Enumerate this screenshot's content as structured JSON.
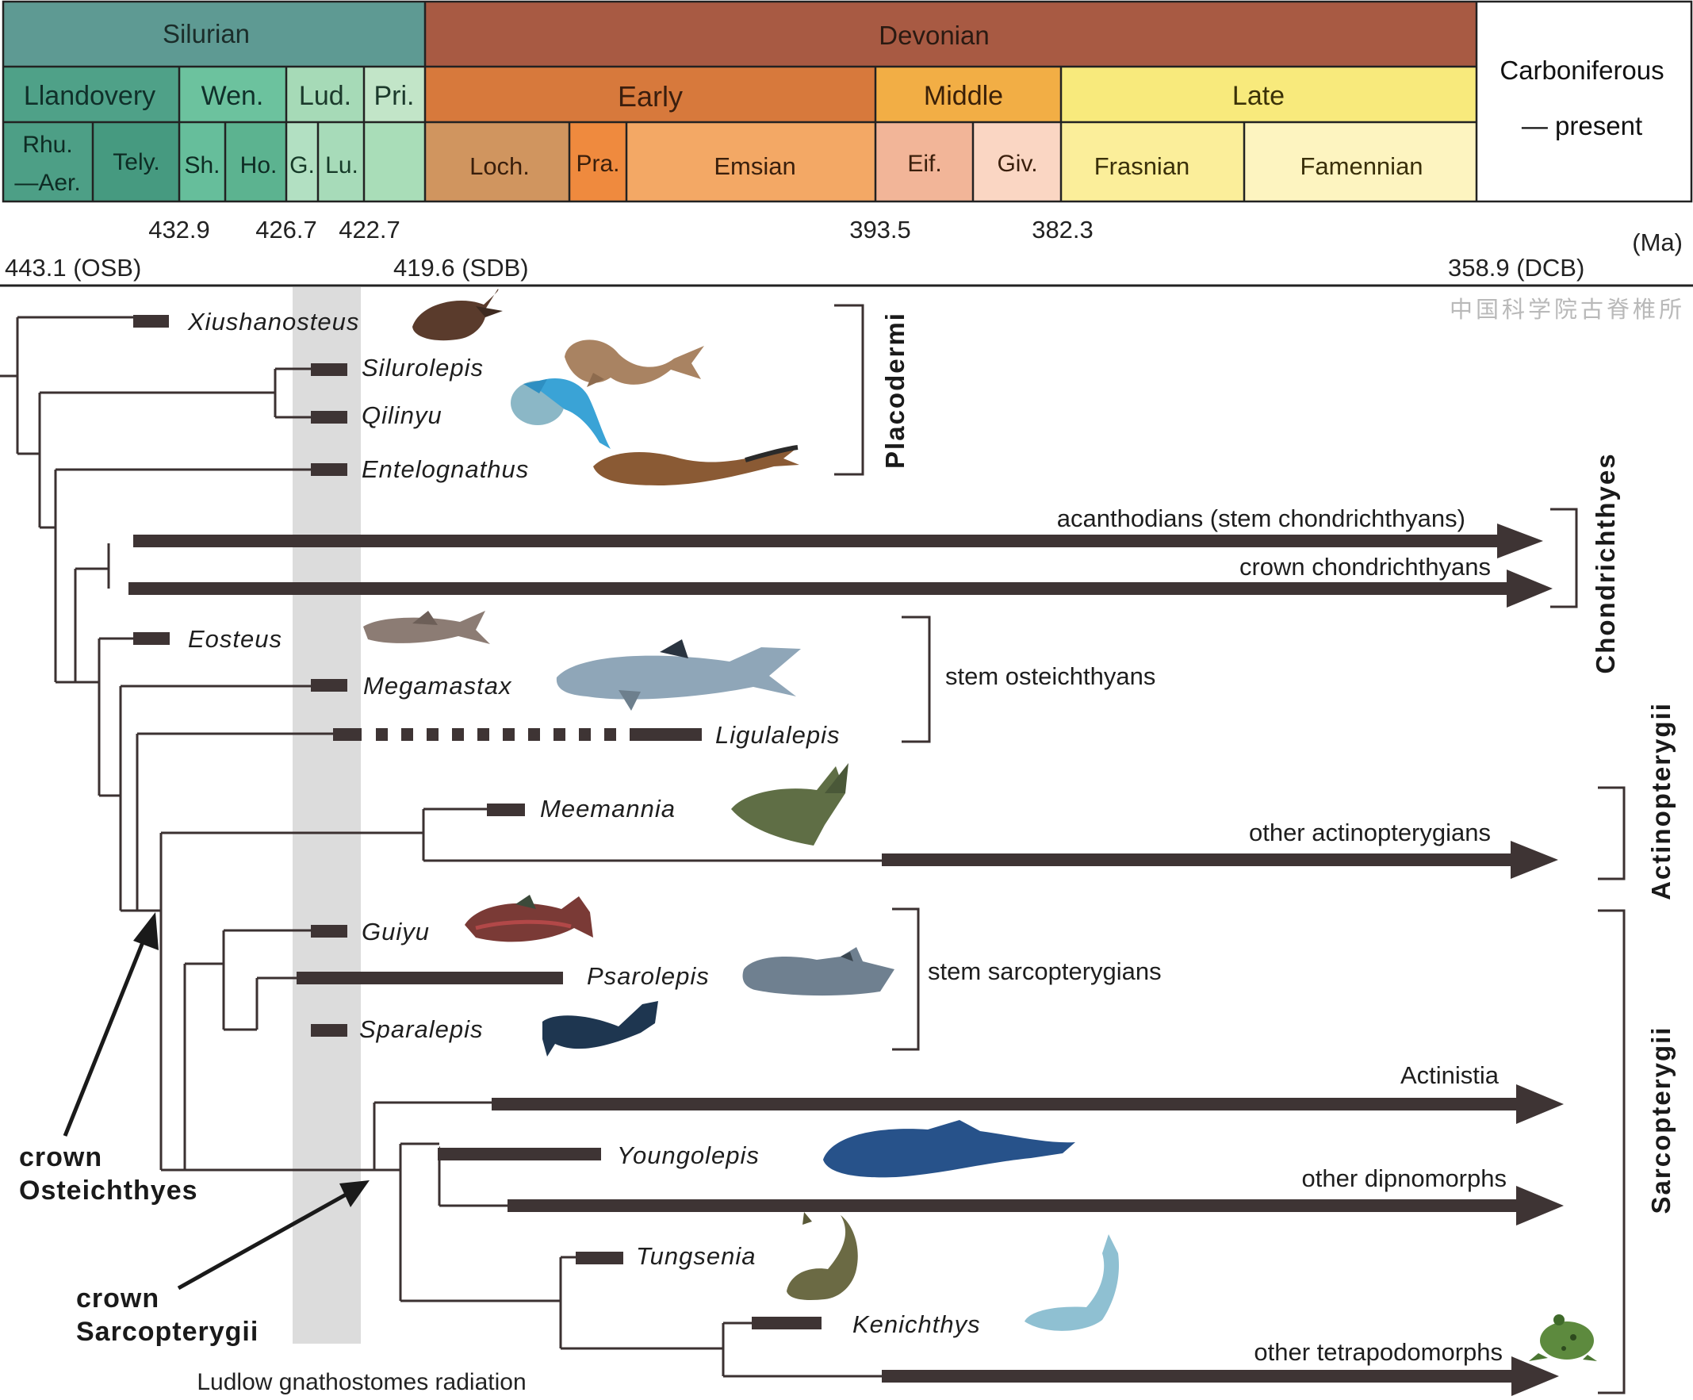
{
  "timescale": {
    "periods": [
      {
        "name": "Silurian",
        "color": "#5e9a93"
      },
      {
        "name": "Devonian",
        "color": "#a85a43"
      },
      {
        "name": "Carboniferous",
        "sub": "— present",
        "color": "#ffffff"
      }
    ],
    "epochs": [
      {
        "name": "Llandovery",
        "color": "#4fa188"
      },
      {
        "name": "Wen.",
        "color": "#6cc29e"
      },
      {
        "name": "Lud.",
        "color": "#a6dab7"
      },
      {
        "name": "Pri.",
        "color": "#c2e5c8"
      },
      {
        "name": "Early",
        "color": "#d7793c"
      },
      {
        "name": "Middle",
        "color": "#f2ae45"
      },
      {
        "name": "Late",
        "color": "#f8ea7c"
      }
    ],
    "stages": [
      {
        "name": "Rhu.",
        "sub": "—Aer.",
        "color": "#4d9f86"
      },
      {
        "name": "Tely.",
        "color": "#469a80"
      },
      {
        "name": "Sh.",
        "color": "#66be9b"
      },
      {
        "name": "Ho.",
        "color": "#5cb390"
      },
      {
        "name": "G.",
        "color": "#b2e0c2"
      },
      {
        "name": "Lu.",
        "color": "#a7dbb9"
      },
      {
        "name": "",
        "color": "#a9ddb8"
      },
      {
        "name": "Loch.",
        "color": "#d0955f"
      },
      {
        "name": "Pra.",
        "color": "#ef8a3e"
      },
      {
        "name": "Emsian",
        "color": "#f3a865"
      },
      {
        "name": "Eif.",
        "color": "#f2b598"
      },
      {
        "name": "Giv.",
        "color": "#fad6c3"
      },
      {
        "name": "Frasnian",
        "color": "#fbee9a"
      },
      {
        "name": "Famennian",
        "color": "#fdf4c0"
      }
    ],
    "ages_upper": [
      "432.9",
      "426.7",
      "422.7",
      "393.5",
      "382.3"
    ],
    "ages_lower": [
      "443.1 (OSB)",
      "419.6 (SDB)",
      "358.9 (DCB)"
    ],
    "unit": "(Ma)"
  },
  "watermark": "中国科学院古脊椎所",
  "taxa": [
    {
      "name": "Xiushanosteus"
    },
    {
      "name": "Silurolepis"
    },
    {
      "name": "Qilinyu"
    },
    {
      "name": "Entelognathus"
    },
    {
      "name": "Eosteus"
    },
    {
      "name": "Megamastax"
    },
    {
      "name": "Ligulalepis"
    },
    {
      "name": "Meemannia"
    },
    {
      "name": "Guiyu"
    },
    {
      "name": "Psarolepis"
    },
    {
      "name": "Sparalepis"
    },
    {
      "name": "Youngolepis"
    },
    {
      "name": "Tungsenia"
    },
    {
      "name": "Kenichthys"
    }
  ],
  "lineages": [
    {
      "name": "acanthodians (stem chondrichthyans)"
    },
    {
      "name": "crown chondrichthyans"
    },
    {
      "name": "other actinopterygians"
    },
    {
      "name": "Actinistia"
    },
    {
      "name": "other dipnomorphs"
    },
    {
      "name": "other tetrapodomorphs"
    }
  ],
  "groups": [
    {
      "name": "Placodermi"
    },
    {
      "name": "Chondrichthyes"
    },
    {
      "name": "stem osteichthyans"
    },
    {
      "name": "Actinopterygii"
    },
    {
      "name": "stem sarcopterygians"
    },
    {
      "name": "Sarcopterygii"
    }
  ],
  "crown_labels": {
    "osteichthyes": [
      "crown",
      "Osteichthyes"
    ],
    "sarcopterygii": [
      "crown",
      "Sarcopterygii"
    ]
  },
  "band_caption": "Ludlow gnathostomes radiation",
  "colors": {
    "line": "#3b3131",
    "bar": "#3e3434",
    "band": "#dcdcdc"
  }
}
